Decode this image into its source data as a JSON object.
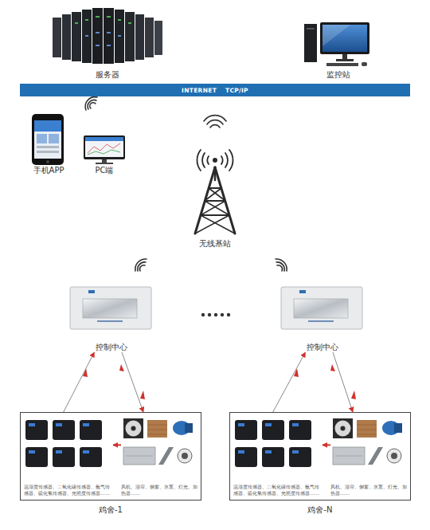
{
  "diagram": {
    "nodes": [
      {
        "text": [
          "服务器"
        ]
      },
      {
        "text": [
          "监控站"
        ]
      },
      {
        "text": [
          "INTERNET TCP/IP"
        ]
      },
      {
        "text": [
          "手机APP"
        ]
      },
      {
        "text": [
          "PC端"
        ]
      },
      {
        "text": [
          "无线基站"
        ]
      },
      {
        "text": [
          "控制中心"
        ]
      },
      {
        "text": [
          "控制中心"
        ]
      },
      {
        "text": [
          "鸡舍-1"
        ]
      },
      {
        "text": [
          "温湿度传感器、二氧化碳传感器、氨气传感器、硫化氢传感器、光照度传感器……"
        ],
        "in": 8
      },
      {
        "text": [
          "风机、湿帘、侧窗、水泵、灯光、加热器……"
        ],
        "in": 8
      },
      {
        "text": [
          "鸡舍-N"
        ]
      },
      {
        "text": [
          "温湿度传感器、二氧化碳传感器、氨气传感器、硫化氢传感器、光照度传感器……"
        ],
        "in": 11
      },
      {
        "text": [
          "风机、湿帘、侧窗、水泵、灯光、加热器……"
        ],
        "in": 11
      }
    ],
    "edges": [
      {
        "from": 8,
        "to": 6,
        "arrow": "to"
      },
      {
        "from": 6,
        "to": 8,
        "arrow": "to"
      },
      {
        "from": 10,
        "to": 9,
        "arrow": "to"
      },
      {
        "from": 11,
        "to": 7,
        "arrow": "to"
      },
      {
        "from": 7,
        "to": 11,
        "arrow": "to"
      },
      {
        "from": 13,
        "to": 12,
        "arrow": "to"
      }
    ]
  }
}
